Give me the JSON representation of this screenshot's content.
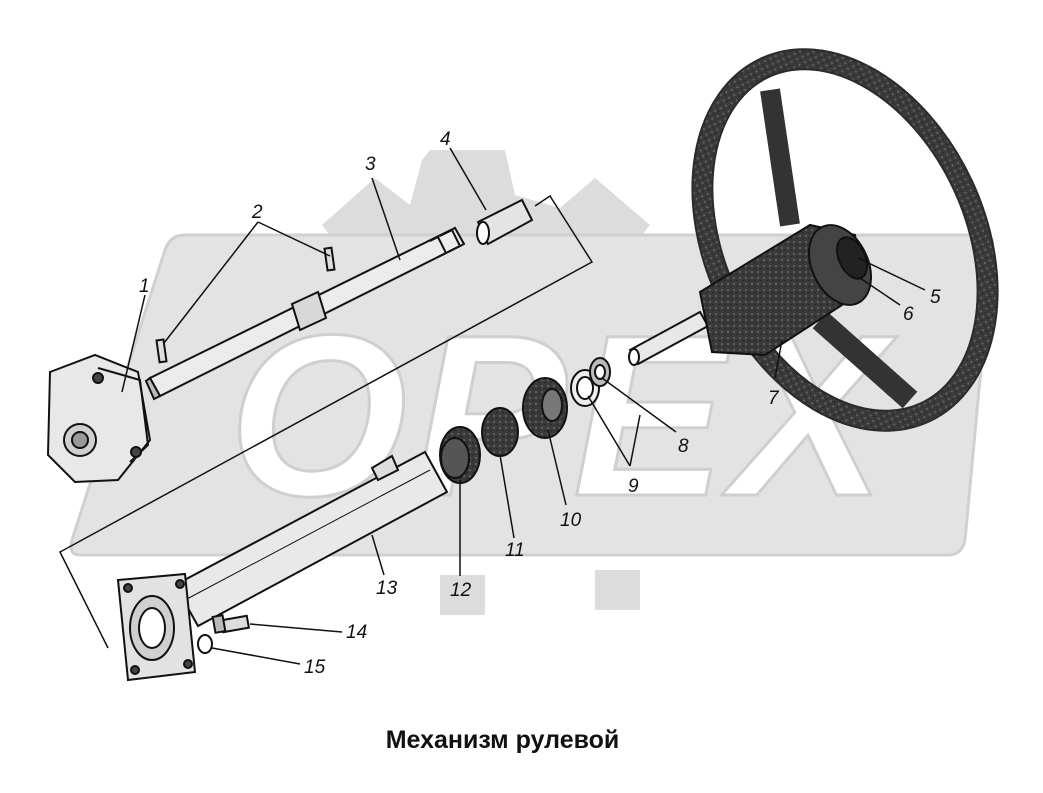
{
  "watermark": {
    "text": "OPEX",
    "color": "#d9d9d9"
  },
  "caption": "Механизм рулевой",
  "callouts": [
    "1",
    "2",
    "3",
    "4",
    "5",
    "6",
    "7",
    "8",
    "9",
    "10",
    "11",
    "12",
    "13",
    "14",
    "15"
  ],
  "colors": {
    "line": "#111111",
    "part_fill": "#e6e6e6",
    "dark_fill": "#3a3a3a"
  }
}
